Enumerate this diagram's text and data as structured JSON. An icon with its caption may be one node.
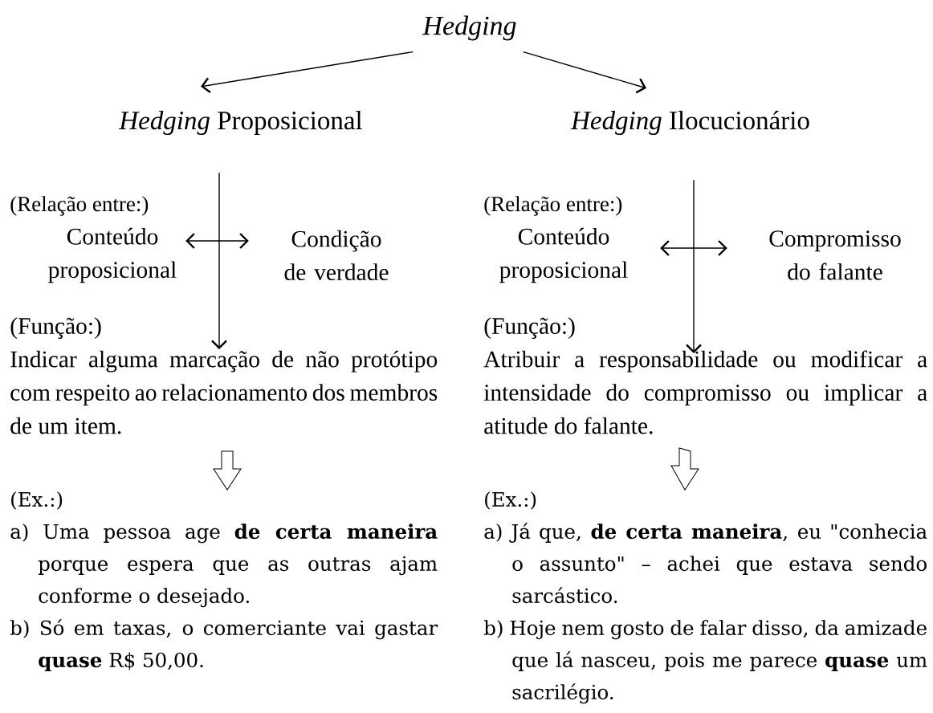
{
  "diagram": {
    "nodes": [
      {
        "text": [
          "Hedging"
        ]
      },
      {
        "text": [
          "*Hedging* Proposicional"
        ]
      },
      {
        "text": [
          "*Hedging* Ilocucionário"
        ]
      },
      {
        "text": [
          "Conteúdo proposicional"
        ]
      },
      {
        "text": [
          "Condição de verdade"
        ]
      },
      {
        "text": [
          "(Função:)",
          "Indicar alguma marcação de não protótipo com respeito ao relacionamento dos membros de um item."
        ]
      },
      {
        "text": [
          "(Ex.:)",
          "a) Uma pessoa age **de certa maneira** porque espera que as outras ajam conforme o desejado.",
          "b) Só em taxas, o comerciante vai gastar **quase** R$ 50,00."
        ]
      },
      {
        "text": [
          "Conteúdo proposicional"
        ]
      },
      {
        "text": [
          "Compromisso do falante"
        ]
      },
      {
        "text": [
          "(Função:)",
          "Atribuir a responsabilidade ou modificar a intensidade do compromisso ou implicar a atitude do falante."
        ]
      },
      {
        "text": [
          "(Ex.:)",
          "a) Já que, **de certa maneira**, eu \"conhecia o assunto\" – achei que estava sendo sarcástico.",
          "b) Hoje nem gosto de falar disso, da amizade que lá nasceu, pois me parece **quase** um sacrilégio."
        ]
      }
    ],
    "edges": [
      {
        "from": 0,
        "to": 1,
        "arrow": "to"
      },
      {
        "from": 0,
        "to": 2,
        "arrow": "to"
      },
      {
        "from": 3,
        "to": 4,
        "arrow": "both"
      },
      {
        "from": 1,
        "to": 5,
        "arrow": "to"
      },
      {
        "from": 7,
        "to": 8,
        "arrow": "both"
      },
      {
        "from": 2,
        "to": 9,
        "arrow": "to"
      },
      {
        "from": 5,
        "to": 6,
        "arrow": "to",
        "style": "thick"
      },
      {
        "from": 9,
        "to": 10,
        "arrow": "to",
        "style": "thick"
      }
    ],
    "labels": [
      "(Relação entre:)",
      "(Relação entre:)"
    ]
  }
}
